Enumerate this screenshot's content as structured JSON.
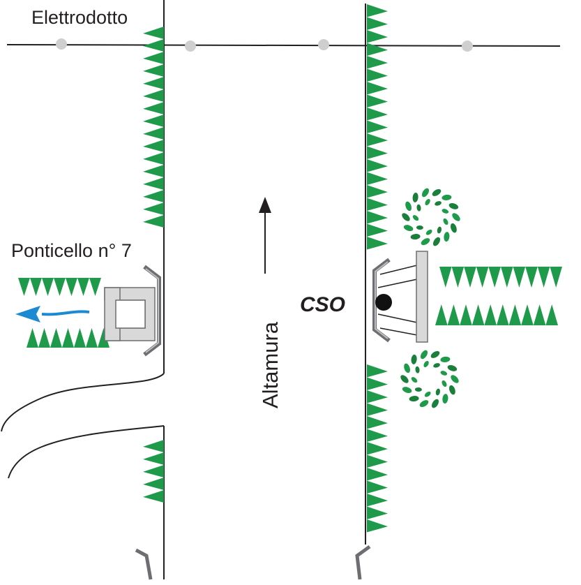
{
  "labels": {
    "power_line": "Elettrodotto",
    "bridge": "Ponticello n° 7",
    "direction": "Altamura",
    "station": "CSO"
  },
  "colors": {
    "line": "#231f20",
    "vegetation": "#1f9a4a",
    "vegetation_dark": "#1b7f3c",
    "pole": "#cfcfcf",
    "structure_fill": "#d9d9d9",
    "structure_stroke": "#6d6e71",
    "water_arrow": "#1c8ad2"
  },
  "icons": {
    "vegetation": "grass-triangle-icon",
    "tree": "shrub-icon",
    "pole": "pylon-dot-icon",
    "arrow": "arrow-up-icon",
    "water": "flow-arrow-icon"
  }
}
